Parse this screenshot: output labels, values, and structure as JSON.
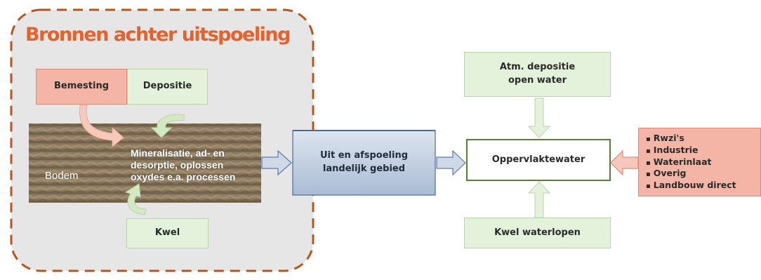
{
  "title": "Bronnen achter uitspoeling",
  "nodes": {
    "bemesting": "Bemesting",
    "depositie": "Depositie",
    "bodem": "Bodem",
    "processen": [
      "Mineralisatie, ad- en",
      "desorptie, oplossen",
      "oxydes e.a. processen"
    ],
    "kwel": "Kwel",
    "uitspoeling": [
      "Uit en afspoeling",
      "landelijk gebied"
    ],
    "atm_depositie": [
      "Atm. depositie",
      "open water"
    ],
    "oppervlaktewater": "Oppervlaktewater",
    "kwel_waterlopen": "Kwel waterlopen"
  },
  "sources": [
    "Rwzi's",
    "Industrie",
    "Waterinlaat",
    "Overig",
    "Landbouw direct"
  ],
  "colors": {
    "panel_fill": "#e6e6e6",
    "panel_border": "#b5561f",
    "title": "#e8602a",
    "green_box": "#e4f2dc",
    "pink_box": "#f4b4a6",
    "blue_box": "#c7d4e6",
    "arrow_fill": "#d2e9c4"
  }
}
